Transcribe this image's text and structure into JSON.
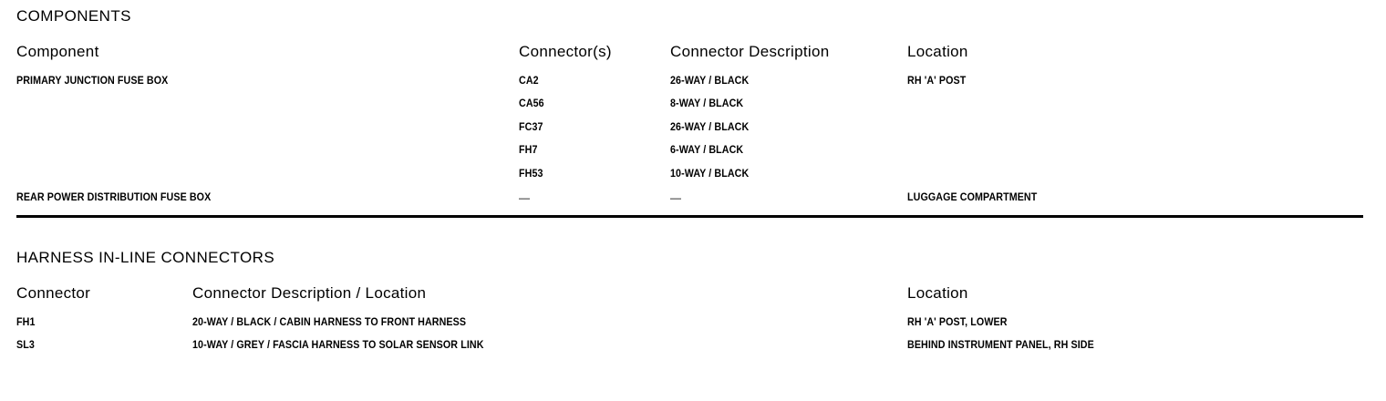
{
  "sections": [
    {
      "title": "COMPONENTS",
      "headers": [
        "Component",
        "Connector(s)",
        "Connector Description",
        "Location"
      ],
      "rows": [
        {
          "component": "PRIMARY JUNCTION FUSE BOX",
          "connector": "CA2",
          "description": "26-WAY / BLACK",
          "location": "RH 'A' POST"
        },
        {
          "component": "",
          "connector": "CA56",
          "description": "8-WAY / BLACK",
          "location": ""
        },
        {
          "component": "",
          "connector": "FC37",
          "description": "26-WAY / BLACK",
          "location": ""
        },
        {
          "component": "",
          "connector": "FH7",
          "description": "6-WAY / BLACK",
          "location": ""
        },
        {
          "component": "",
          "connector": "FH53",
          "description": "10-WAY / BLACK",
          "location": ""
        },
        {
          "component": "REAR POWER DISTRIBUTION FUSE BOX",
          "connector": "—",
          "description": "—",
          "location": "LUGGAGE COMPARTMENT"
        }
      ]
    },
    {
      "title": "HARNESS IN-LINE CONNECTORS",
      "headers": [
        "Connector",
        "Connector Description / Location",
        "Location"
      ],
      "rows": [
        {
          "connector": "FH1",
          "description": "20-WAY / BLACK / CABIN HARNESS TO FRONT HARNESS",
          "location": "RH 'A' POST, LOWER"
        },
        {
          "connector": "SL3",
          "description": "10-WAY / GREY / FASCIA HARNESS TO SOLAR SENSOR LINK",
          "location": "BEHIND INSTRUMENT PANEL, RH SIDE"
        }
      ]
    }
  ],
  "colors": {
    "text": "#000000",
    "rule": "#000000",
    "background": "#ffffff"
  }
}
